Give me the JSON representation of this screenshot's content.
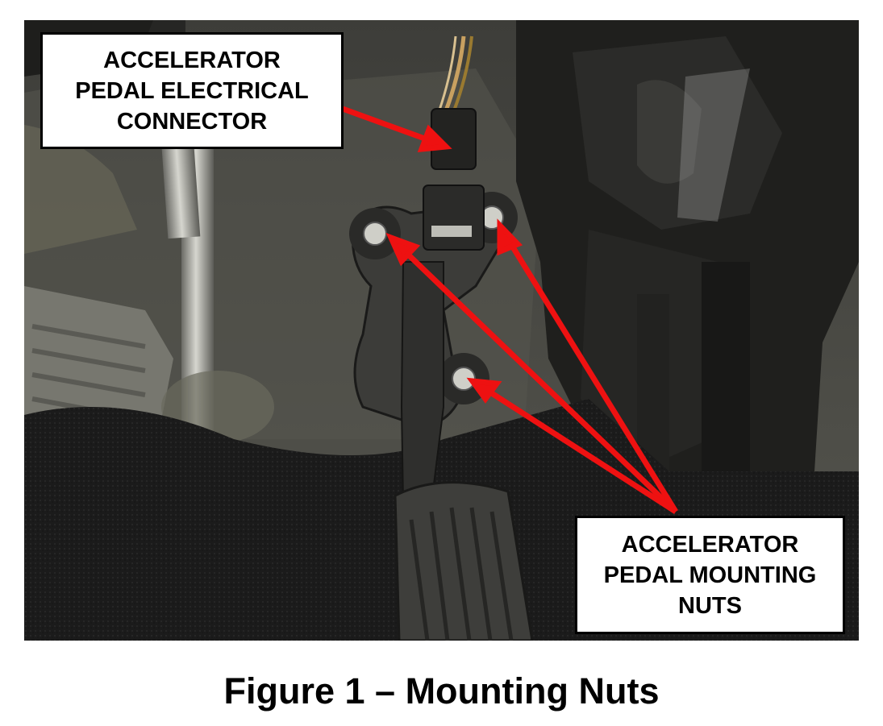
{
  "figure": {
    "caption": "Figure 1 – Mounting Nuts"
  },
  "callouts": {
    "connector": {
      "lines": [
        "ACCELERATOR",
        "PEDAL ELECTRICAL",
        "CONNECTOR"
      ]
    },
    "mounting_nuts": {
      "lines": [
        "ACCELERATOR",
        "PEDAL MOUNTING",
        "NUTS"
      ]
    }
  },
  "colors": {
    "arrow": "#ee1111",
    "carpet": "#1c1c1c",
    "firewall": "#4a4a45",
    "background": "#ffffff"
  }
}
